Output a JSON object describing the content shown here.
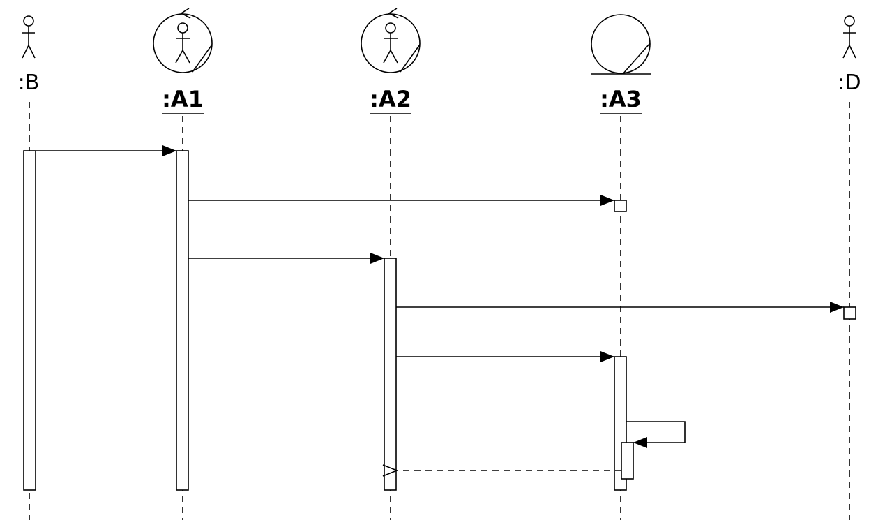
{
  "participants": [
    {
      "id": "B",
      "label": ":B",
      "kind": "actor",
      "bold": false
    },
    {
      "id": "A1",
      "label": ":A1",
      "kind": "control",
      "bold": true
    },
    {
      "id": "A2",
      "label": ":A2",
      "kind": "control",
      "bold": true
    },
    {
      "id": "A3",
      "label": ":A3",
      "kind": "entity",
      "bold": true
    },
    {
      "id": "D",
      "label": ":D",
      "kind": "actor",
      "bold": false
    }
  ],
  "messages": [
    {
      "from": "B",
      "to": "A1",
      "type": "sync"
    },
    {
      "from": "A1",
      "to": "A3",
      "type": "sync"
    },
    {
      "from": "A1",
      "to": "A2",
      "type": "sync"
    },
    {
      "from": "A2",
      "to": "D",
      "type": "sync"
    },
    {
      "from": "A2",
      "to": "A3",
      "type": "sync"
    },
    {
      "from": "A3",
      "to": "A3",
      "type": "self"
    },
    {
      "from": "A3",
      "to": "A2",
      "type": "reply"
    }
  ]
}
